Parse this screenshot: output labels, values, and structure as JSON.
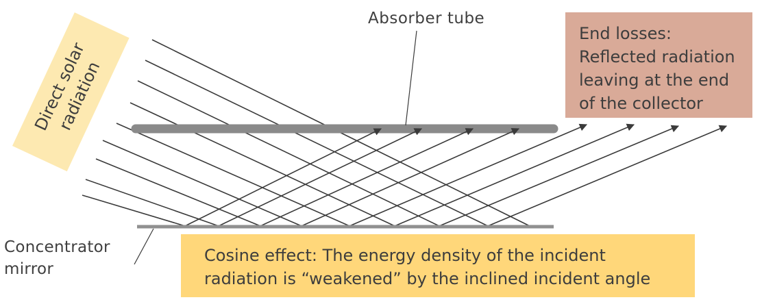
{
  "labels": {
    "absorber_tube": "Absorber tube",
    "concentrator_mirror_line1": "Concentrator",
    "concentrator_mirror_line2": "mirror",
    "direct_solar_line1": "Direct solar",
    "direct_solar_line2": "radiation"
  },
  "end_losses": {
    "lines": [
      "End losses:",
      "Reflected radiation",
      "leaving at the end",
      "of the collector"
    ]
  },
  "cosine_effect": {
    "lines": [
      "Cosine effect: The energy density of the incident",
      "radiation is “weakened” by the inclined incident angle"
    ]
  },
  "colors": {
    "end_losses_box": "#d9aa98",
    "cosine_box": "#ffd77a",
    "solar_box": "#fde9b1",
    "tube": "#8a8a8a",
    "mirror": "#909090",
    "rays": "#3a3a3a"
  }
}
